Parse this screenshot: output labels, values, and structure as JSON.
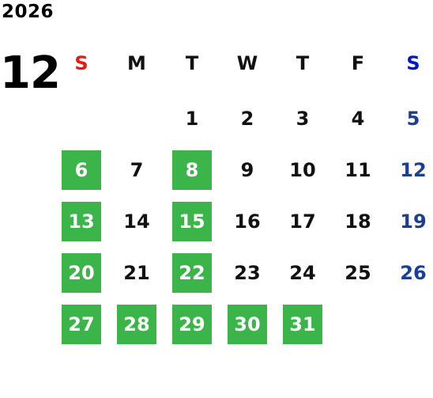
{
  "year": "2026",
  "month": "12",
  "colors": {
    "sunday_header": "#e41b13",
    "saturday_header": "#0017c8",
    "saturday_date": "#1d3f93",
    "highlight_bg": "#3bb44a",
    "highlight_text": "#ffffff",
    "default_text": "#111111"
  },
  "weekdays": [
    "S",
    "M",
    "T",
    "W",
    "T",
    "F",
    "S"
  ],
  "weeks": [
    [
      "",
      "",
      "1",
      "2",
      "3",
      "4",
      "5"
    ],
    [
      "6",
      "7",
      "8",
      "9",
      "10",
      "11",
      "12"
    ],
    [
      "13",
      "14",
      "15",
      "16",
      "17",
      "18",
      "19"
    ],
    [
      "20",
      "21",
      "22",
      "23",
      "24",
      "25",
      "26"
    ],
    [
      "27",
      "28",
      "29",
      "30",
      "31",
      "",
      ""
    ]
  ],
  "highlighted_days": [
    "6",
    "8",
    "13",
    "15",
    "20",
    "22",
    "27",
    "28",
    "29",
    "30",
    "31"
  ]
}
